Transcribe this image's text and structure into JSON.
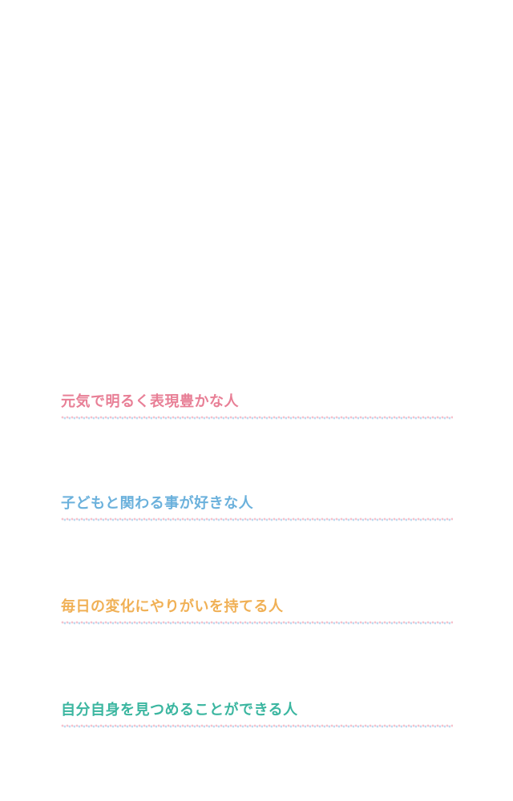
{
  "items": [
    {
      "text": "元気で明るく表現豊かな人",
      "color": "#e87f96"
    },
    {
      "text": "子どもと関わる事が好きな人",
      "color": "#6bb1dc"
    },
    {
      "text": "毎日の変化にやりがいを持てる人",
      "color": "#f0b055"
    },
    {
      "text": "自分自身を見つめることができる人",
      "color": "#3bb6a0"
    }
  ]
}
